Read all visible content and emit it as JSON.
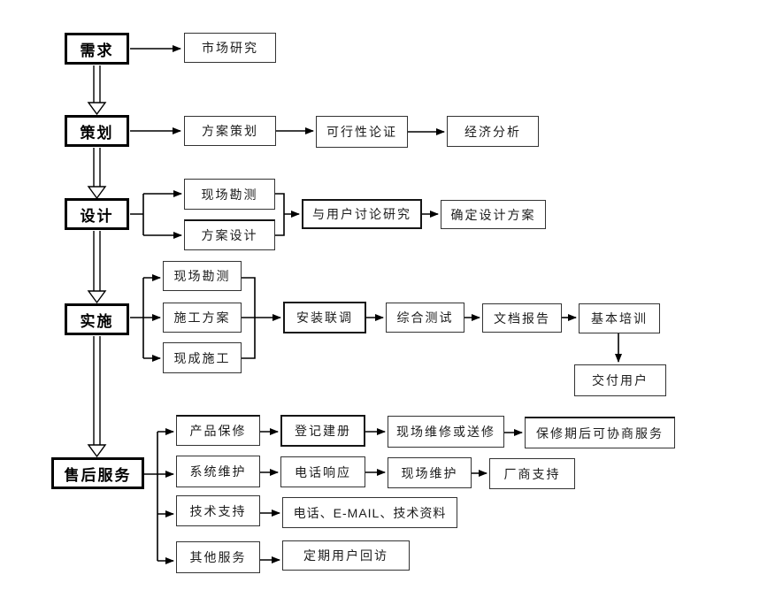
{
  "diagram_type": "flowchart",
  "labels": {
    "requirement": "需求",
    "market-research": "市场研究",
    "planning": "策划",
    "proposal-planning": "方案策划",
    "feasibility-study": "可行性论证",
    "economic-analysis": "经济分析",
    "design": "设计",
    "site-survey-design": "现场勘测",
    "scheme-design": "方案设计",
    "discuss-with-users": "与用户讨论研究",
    "finalize-design": "确定设计方案",
    "implementation": "实施",
    "site-survey-impl": "现场勘测",
    "construction-plan": "施工方案",
    "onsite-construction": "现成施工",
    "installation-commissioning": "安装联调",
    "integrated-testing": "综合测试",
    "documentation-report": "文档报告",
    "basic-training": "基本培训",
    "delivery-to-user": "交付用户",
    "after-sales-service": "售后服务",
    "product-warranty": "产品保修",
    "registration": "登记建册",
    "onsite-or-sendin-repair": "现场维修或送修",
    "post-warranty-service": "保修期后可协商服务",
    "system-maintenance": "系统维护",
    "phone-response": "电话响应",
    "onsite-maintenance": "现场维护",
    "vendor-support": "厂商支持",
    "technical-support": "技术支持",
    "phone-email-docs": "电话、E-MAIL、技术资料",
    "other-services": "其他服务",
    "periodic-user-followup": "定期用户回访"
  },
  "colors": {
    "line": "#000000",
    "box_border": "#333333",
    "stage_border": "#000000",
    "background": "#ffffff"
  }
}
